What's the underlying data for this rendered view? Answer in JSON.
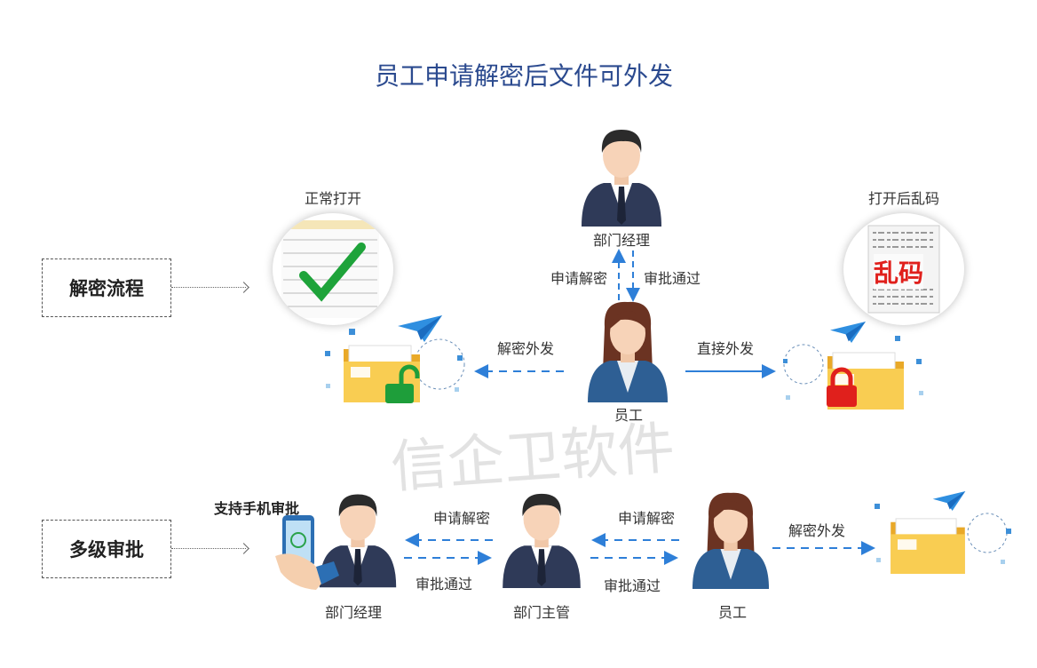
{
  "title": "员工申请解密后文件可外发",
  "watermark": "信企卫软件",
  "section1": {
    "box_label": "解密流程",
    "normal_open_label": "正常打开",
    "garbled_label": "打开后乱码",
    "garbled_text": "乱码",
    "manager_label": "部门经理",
    "employee_label": "员工",
    "request_label": "申请解密",
    "approve_label": "审批通过",
    "decrypt_send_label": "解密外发",
    "direct_send_label": "直接外发"
  },
  "section2": {
    "box_label": "多级审批",
    "mobile_label": "支持手机审批",
    "manager_label": "部门经理",
    "supervisor_label": "部门主管",
    "employee_label": "员工",
    "request1_label": "申请解密",
    "approve1_label": "审批通过",
    "request2_label": "申请解密",
    "approve2_label": "审批通过",
    "decrypt_send_label": "解密外发"
  },
  "colors": {
    "arrow": "#2e7fd8",
    "title": "#2b4a8f",
    "folder": "#f7c342",
    "lock_open": "#1e9e3a",
    "lock_closed": "#e0201c"
  }
}
